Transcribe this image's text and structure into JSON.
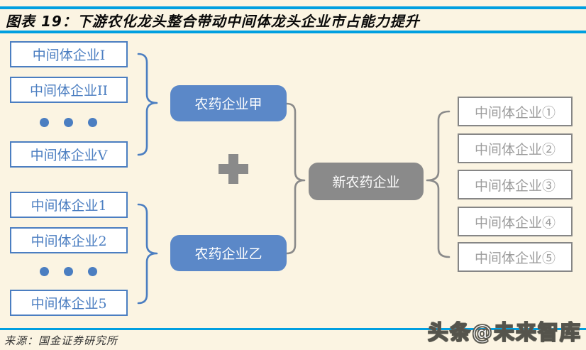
{
  "figure": {
    "title": "图表 19：下游农化龙头整合带动中间体龙头企业市占能力提升",
    "source": "来源：国金证券研究所",
    "watermark": "头条@未来智库"
  },
  "diagram": {
    "intermediate_group_roman": [
      "中间体企业I",
      "中间体企业II",
      "中间体企业V"
    ],
    "intermediate_group_numeric": [
      "中间体企业1",
      "中间体企业2",
      "中间体企业5"
    ],
    "pesticide_company_a": "农药企业甲",
    "pesticide_company_b": "农药企业乙",
    "merged_company": "新农药企业",
    "result_intermediates": [
      "中间体企业①",
      "中间体企业②",
      "中间体企业③",
      "中间体企业④",
      "中间体企业⑤"
    ]
  },
  "colors": {
    "background": "#fbf4e2",
    "rule_blue": "#009fe0",
    "box_border_blue": "#4b7ec1",
    "box_fill_blue": "#5b88c8",
    "gray": "#8a8a8a",
    "gray_border": "#868686",
    "gray_text": "#9c9c9c",
    "title_color": "#0a0a0a",
    "source_color": "#333333"
  }
}
